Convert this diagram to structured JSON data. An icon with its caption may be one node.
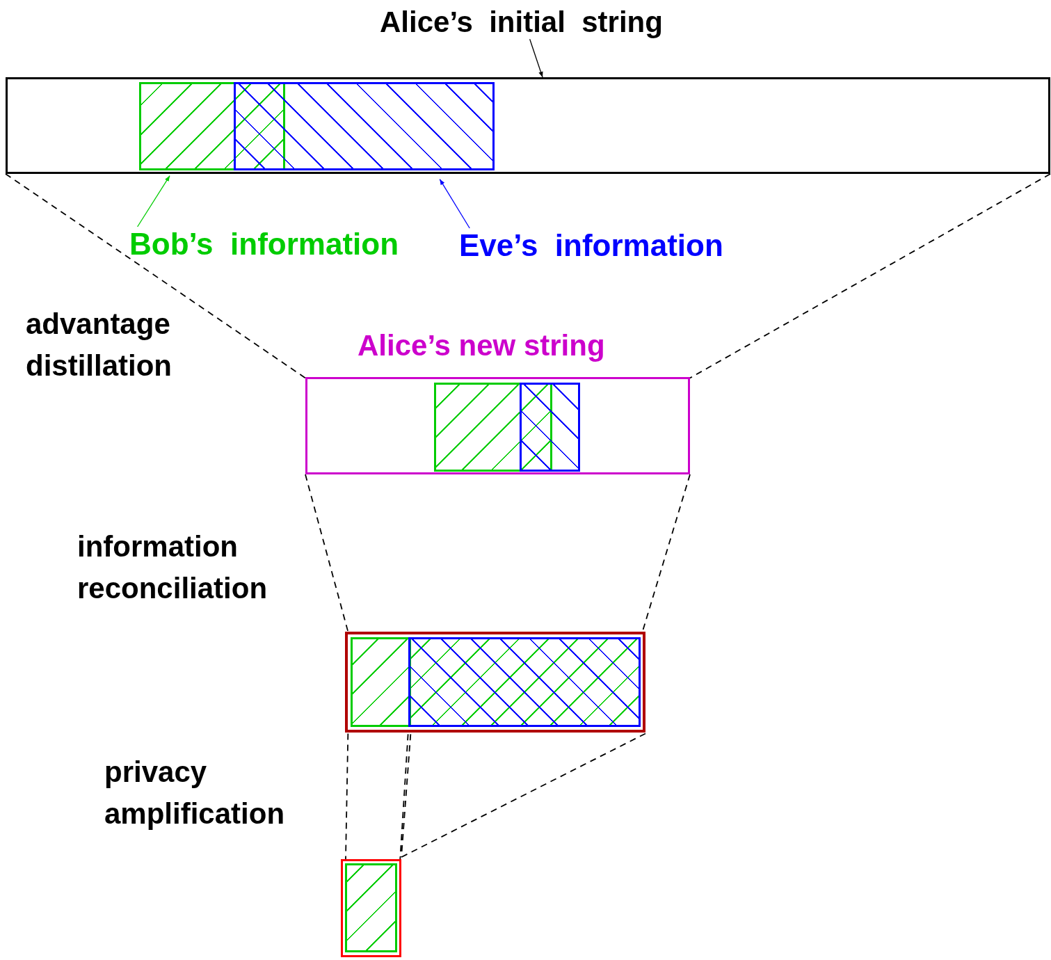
{
  "diagram": {
    "nodes": [
      {
        "text": [
          "Alice’s  initial  string"
        ]
      },
      {
        "text": [],
        "shape": "box"
      },
      {
        "text": [],
        "shape": "box",
        "in": 1
      },
      {
        "text": [],
        "shape": "box",
        "in": 1
      },
      {
        "text": [
          "Bob’s  information"
        ]
      },
      {
        "text": [
          "Eve’s  information"
        ]
      },
      {
        "text": [
          "Alice’s new string"
        ]
      },
      {
        "text": [],
        "shape": "box",
        "in": 6
      },
      {
        "text": [],
        "shape": "box",
        "in": 6
      },
      {
        "text": [],
        "shape": "box"
      },
      {
        "text": [],
        "shape": "box",
        "in": 9
      },
      {
        "text": [],
        "shape": "box",
        "in": 9
      },
      {
        "text": [],
        "shape": "box"
      },
      {
        "text": [],
        "shape": "box",
        "in": 12
      }
    ],
    "edges": [
      {
        "from": 0,
        "to": 1,
        "arrow": "to"
      },
      {
        "from": 4,
        "to": 2,
        "arrow": "to",
        "color": "#00cc00"
      },
      {
        "from": 5,
        "to": 3,
        "arrow": "to",
        "color": "#0000ff"
      },
      {
        "from": 1,
        "to": 6,
        "arrow": "none",
        "style": "dashed"
      },
      {
        "from": 1,
        "to": 6,
        "arrow": "none",
        "style": "dashed"
      },
      {
        "from": 6,
        "to": 9,
        "arrow": "none",
        "style": "dashed"
      },
      {
        "from": 6,
        "to": 9,
        "arrow": "none",
        "style": "dashed"
      },
      {
        "from": 9,
        "to": 12,
        "arrow": "none",
        "style": "dashed"
      },
      {
        "from": 10,
        "to": 12,
        "arrow": "none",
        "style": "dashed"
      },
      {
        "from": 11,
        "to": 12,
        "arrow": "none",
        "style": "dashed"
      },
      {
        "from": 9,
        "to": 12,
        "arrow": "none",
        "style": "dashed"
      }
    ],
    "labels": [
      "advantage distillation",
      "information reconciliation",
      "privacy amplification"
    ]
  }
}
